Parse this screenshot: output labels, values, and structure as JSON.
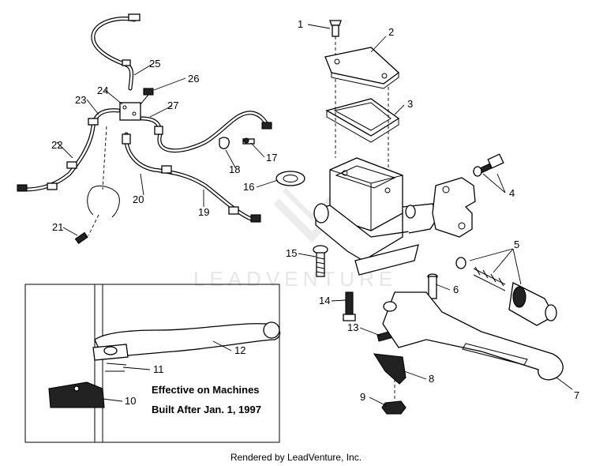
{
  "callouts": [
    {
      "id": "1",
      "text": "1"
    },
    {
      "id": "2",
      "text": "2"
    },
    {
      "id": "3",
      "text": "3"
    },
    {
      "id": "4",
      "text": "4"
    },
    {
      "id": "5",
      "text": "5"
    },
    {
      "id": "6",
      "text": "6"
    },
    {
      "id": "7",
      "text": "7"
    },
    {
      "id": "8",
      "text": "8"
    },
    {
      "id": "9",
      "text": "9"
    },
    {
      "id": "10",
      "text": "10"
    },
    {
      "id": "11",
      "text": "11"
    },
    {
      "id": "12",
      "text": "12"
    },
    {
      "id": "13",
      "text": "13"
    },
    {
      "id": "14",
      "text": "14"
    },
    {
      "id": "15",
      "text": "15"
    },
    {
      "id": "16",
      "text": "16"
    },
    {
      "id": "17",
      "text": "17"
    },
    {
      "id": "18",
      "text": "18"
    },
    {
      "id": "19",
      "text": "19"
    },
    {
      "id": "20",
      "text": "20"
    },
    {
      "id": "21",
      "text": "21"
    },
    {
      "id": "22",
      "text": "22"
    },
    {
      "id": "23",
      "text": "23"
    },
    {
      "id": "24",
      "text": "24"
    },
    {
      "id": "25",
      "text": "25"
    },
    {
      "id": "26",
      "text": "26"
    },
    {
      "id": "27",
      "text": "27"
    }
  ],
  "inset": {
    "line1": "Effective on Machines",
    "line2": "Built After Jan. 1, 1997"
  },
  "watermark": "LEADVENTURE",
  "footer": "Rendered by LeadVenture, Inc."
}
